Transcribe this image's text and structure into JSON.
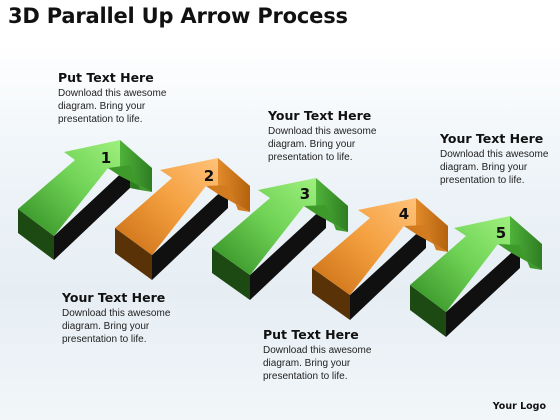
{
  "title": "3D Parallel Up Arrow Process",
  "blocks": [
    {
      "heading": "Put Text Here",
      "body": "Download this awesome diagram. Bring your presentation to life."
    },
    {
      "heading": "Your Text Here",
      "body": "Download this awesome diagram. Bring your presentation to life."
    },
    {
      "heading": "Your Text Here",
      "body": "Download this awesome diagram. Bring your presentation to life."
    },
    {
      "heading": "Your Text Here",
      "body": "Download this awesome diagram. Bring your presentation to life."
    },
    {
      "heading": "Put Text Here",
      "body": "Download this awesome diagram. Bring your presentation to life."
    }
  ],
  "arrows": [
    {
      "number": "1",
      "color": "green"
    },
    {
      "number": "2",
      "color": "orange"
    },
    {
      "number": "3",
      "color": "green"
    },
    {
      "number": "4",
      "color": "orange"
    },
    {
      "number": "5",
      "color": "green"
    }
  ],
  "colors": {
    "green_top": "#7ddc62",
    "green_side": "#3f9a2c",
    "green_dark": "#1c4a12",
    "orange_top": "#f6a84a",
    "orange_side": "#d27c1f",
    "orange_dark": "#5a3208",
    "black_face": "#101010"
  },
  "logo": "Your Logo"
}
